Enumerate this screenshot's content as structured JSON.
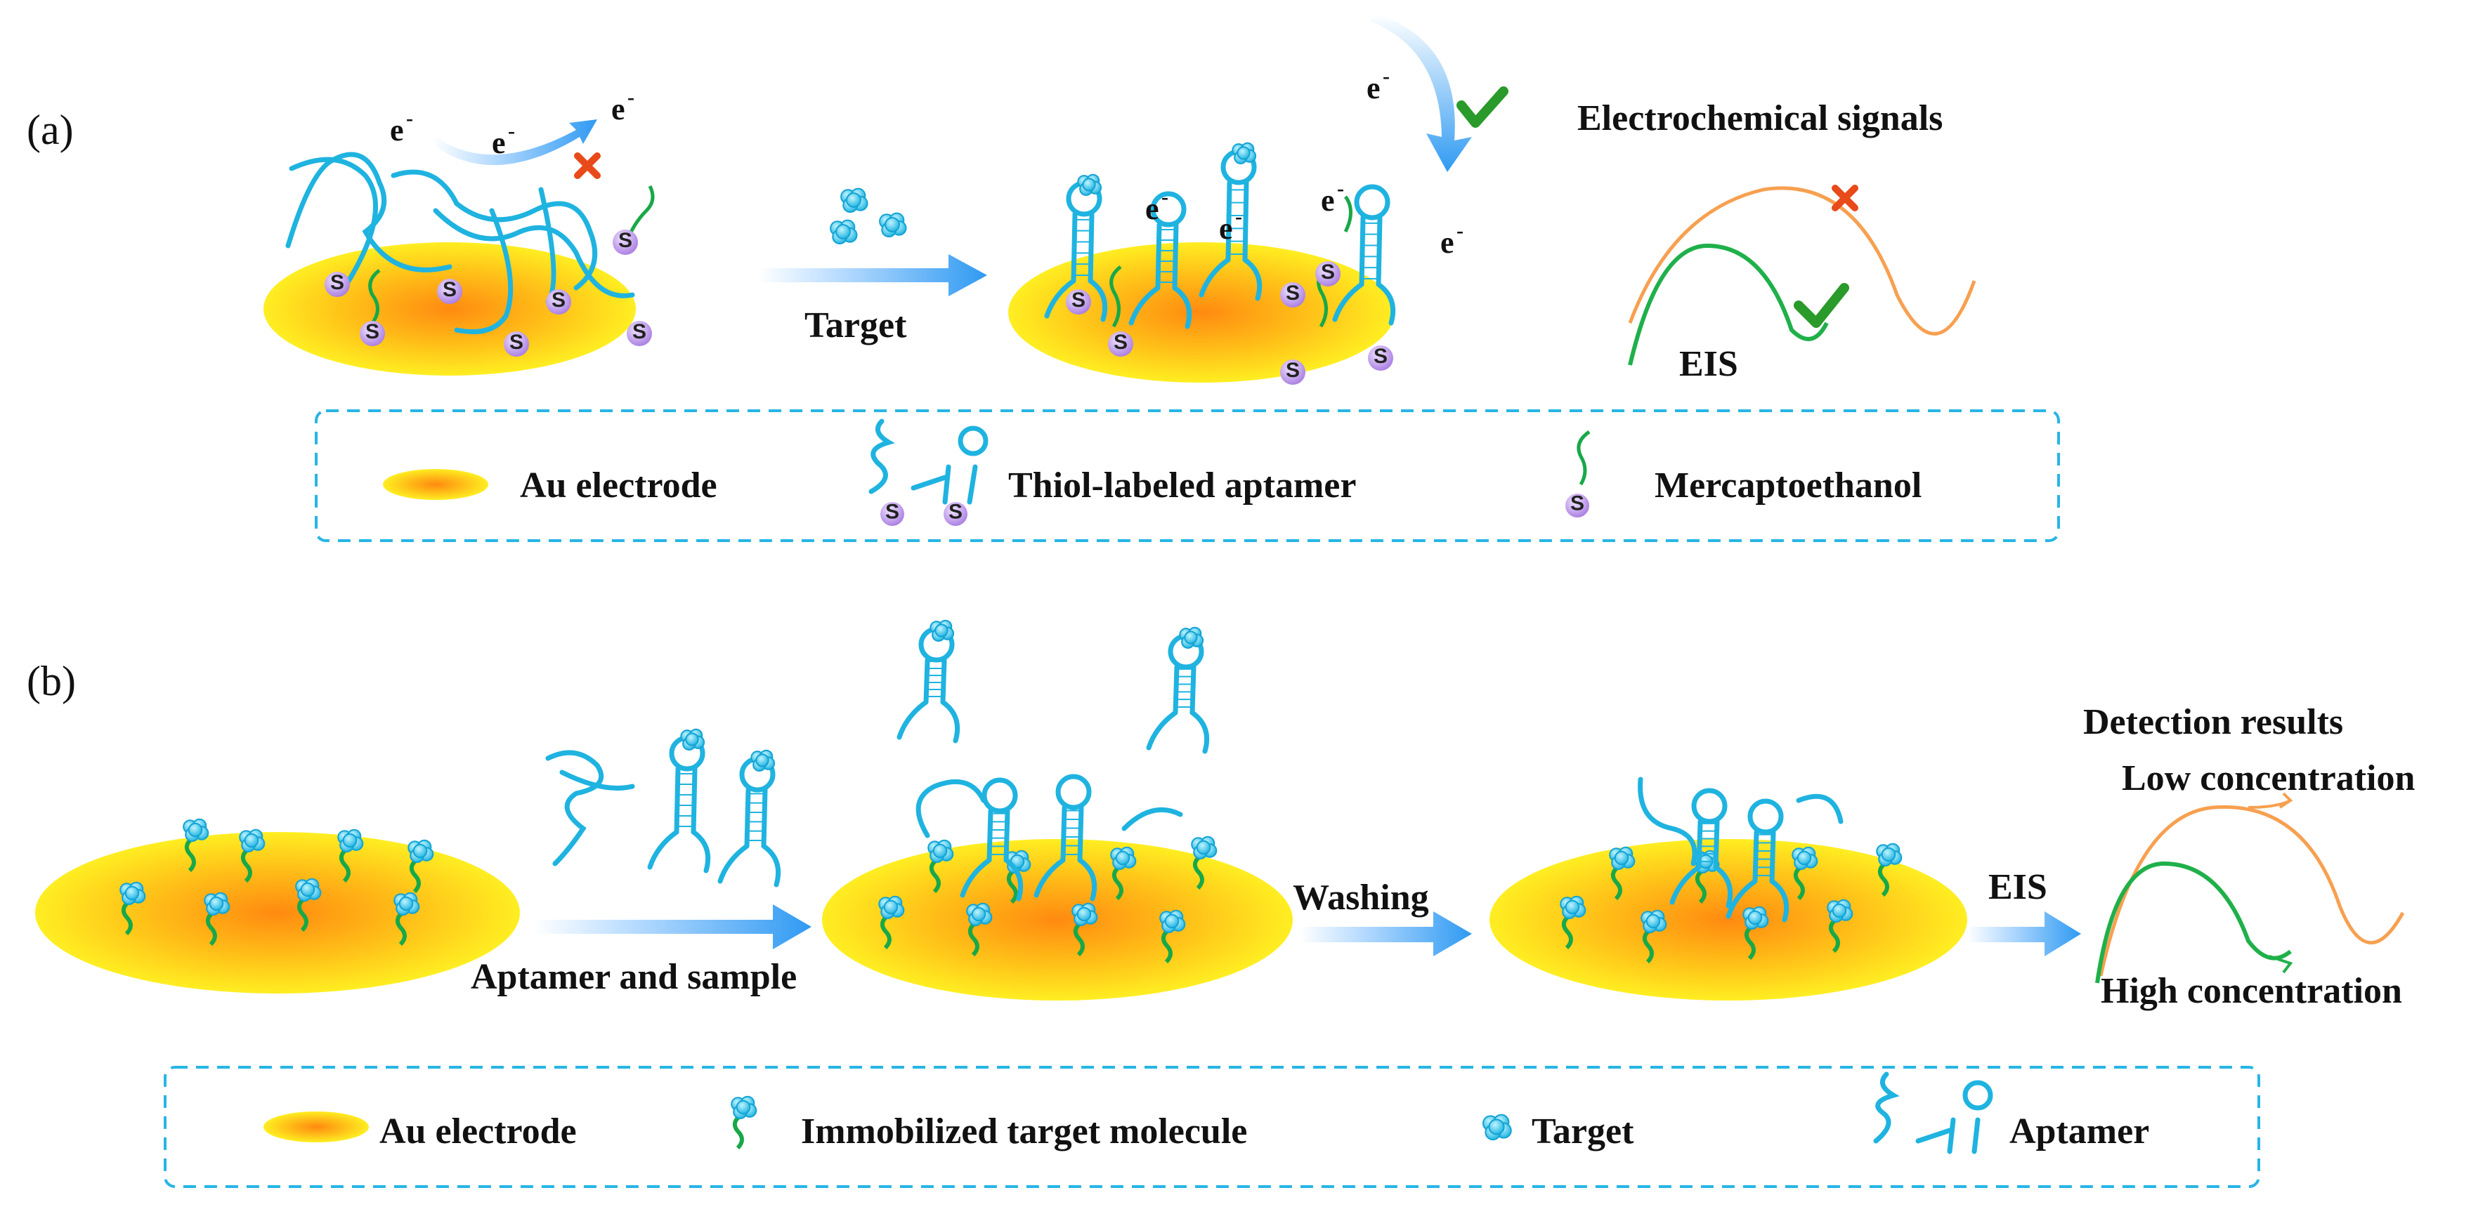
{
  "panel_a": {
    "label": "(a)",
    "electron": "e",
    "electron_sup": "-",
    "step_label": "Target",
    "signals_title": "Electrochemical signals",
    "eis_label": "EIS",
    "thiol_symbol": "S",
    "legend": {
      "electrode": "Au electrode",
      "aptamer": "Thiol-labeled aptamer",
      "mercapto": "Mercaptoethanol"
    }
  },
  "panel_b": {
    "label": "(b)",
    "step1_label": "Aptamer and sample",
    "step2_label": "Washing",
    "step3_label": "EIS",
    "results_title": "Detection results",
    "low_label": "Low concentration",
    "high_label": "High concentration",
    "legend": {
      "electrode": "Au electrode",
      "immobilized": "Immobilized target molecule",
      "target": "Target",
      "aptamer": "Aptamer"
    }
  },
  "colors": {
    "aptamer": "#1fb3e0",
    "mercapto": "#18a848",
    "thiol": "#b98ae6",
    "target": "#2ec6ea",
    "electrode_center": "#ff9a1a",
    "electrode_edge": "#ffe81a",
    "curve_high": "#f7a050",
    "curve_low": "#1fb04a",
    "arrow": "#3aa0f0",
    "legend_border": "#27b5e6",
    "check": "#2a9a2a",
    "cross": "#e84a1a"
  },
  "icons": [
    "check-icon",
    "cross-icon",
    "electron-flow-arrow-icon",
    "process-arrow-icon"
  ]
}
